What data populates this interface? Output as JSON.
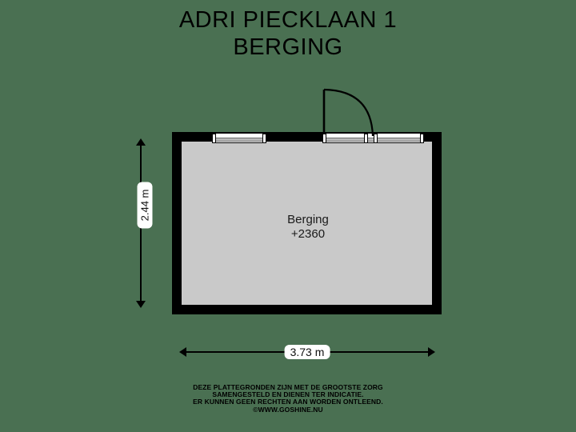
{
  "theme": {
    "background_color": "#4a7052",
    "wall_color": "#000000",
    "floor_color": "#c9c9c9",
    "text_color": "#000000",
    "label_bg_color": "#ffffff"
  },
  "title": {
    "line1": "ADRI PIECKLAAN 1",
    "line2": "BERGING"
  },
  "plan": {
    "rooms": [
      {
        "name": "Berging",
        "level": "+2360"
      }
    ],
    "openings": [
      {
        "id": "window-left",
        "type": "window"
      },
      {
        "id": "window-right",
        "type": "window"
      },
      {
        "id": "door-main",
        "type": "door-swing"
      }
    ]
  },
  "dimensions": {
    "vertical": "2.44 m",
    "horizontal": "3.73 m"
  },
  "footer": {
    "line1": "DEZE PLATTEGRONDEN ZIJN MET DE GROOTSTE ZORG",
    "line2": "SAMENGESTELD EN DIENEN TER INDICATIE.",
    "line3": "ER KUNNEN GEEN RECHTEN AAN WORDEN ONTLEEND.",
    "line4": "©WWW.GOSHINE.NU"
  }
}
